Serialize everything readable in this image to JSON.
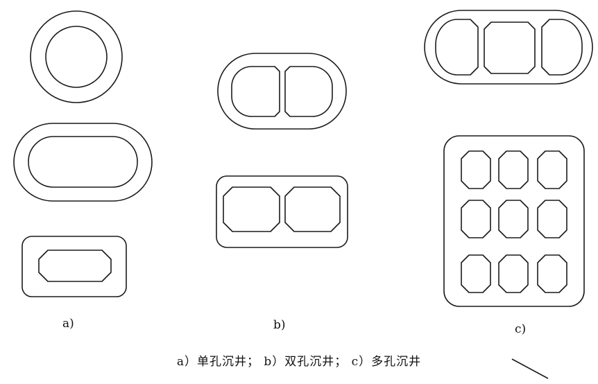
{
  "labels": {
    "a": "a)",
    "b": "b)",
    "c": "c)"
  },
  "caption": "a）单孔沉井；  b）双孔沉井；  c）多孔沉井",
  "colors": {
    "stroke": "#1a1a1a",
    "background": "#ffffff"
  }
}
